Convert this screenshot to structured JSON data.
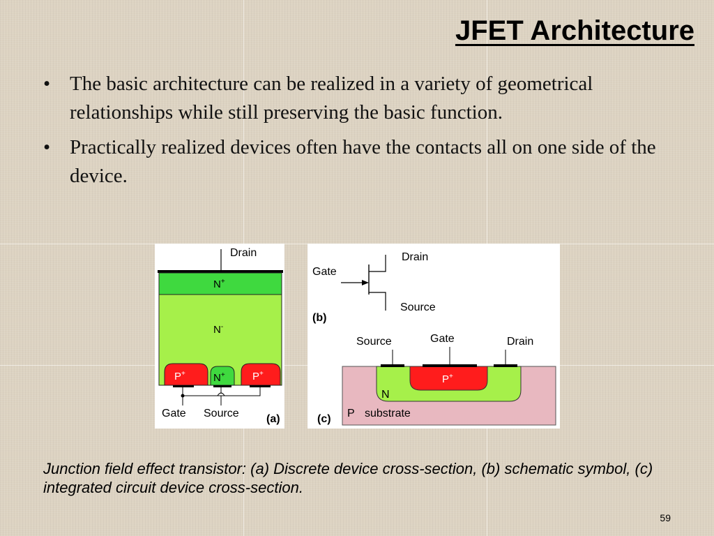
{
  "slide": {
    "title": "JFET Architecture",
    "bullets": [
      "The basic architecture can be realized in a variety of geometrical relationships while still preserving the basic function.",
      "Practically realized devices often have the contacts all on one side of the device."
    ],
    "bullet_glyph": "•",
    "caption": "Junction field effect transistor: (a) Discrete device cross-section, (b) schematic symbol, (c) integrated circuit device cross-section.",
    "page_number": "59"
  },
  "figure_a": {
    "drain": "Drain",
    "n_plus": "N",
    "n_minus": "N",
    "plus": "+",
    "minus": "-",
    "p_plus_left": "P",
    "n_plus_center": "N",
    "p_plus_right": "P",
    "gate": "Gate",
    "source": "Source",
    "tag": "(a)"
  },
  "figure_b": {
    "drain": "Drain",
    "gate": "Gate",
    "source": "Source",
    "tag": "(b)"
  },
  "figure_c": {
    "source": "Source",
    "gate": "Gate",
    "drain": "Drain",
    "p_plus": "P",
    "plus": "+",
    "n": "N",
    "p": "P",
    "substrate": "substrate",
    "tag": "(c)"
  },
  "colors": {
    "background": "#ddd3c2",
    "n_region_light": "#a6f04a",
    "n_plus_region": "#3fd93f",
    "p_plus_region": "#ff1c1c",
    "p_substrate": "#e8b8c0",
    "contact": "#000000"
  }
}
